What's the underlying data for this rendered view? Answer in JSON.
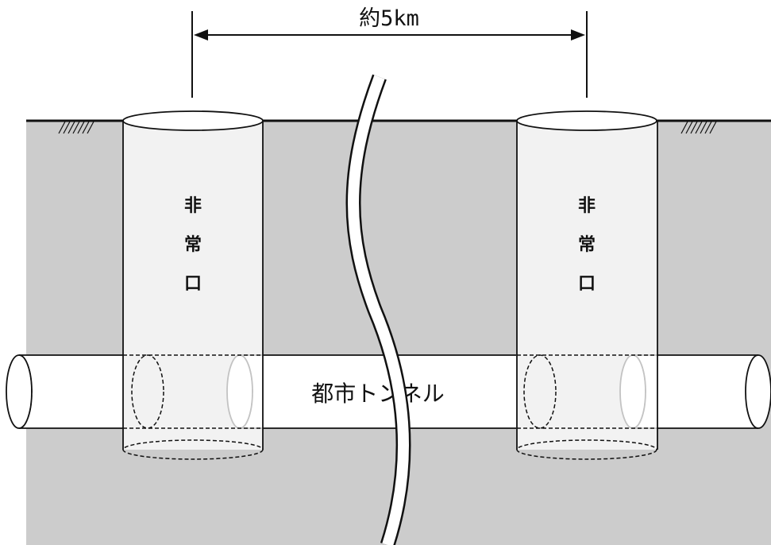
{
  "distance_label": "約5km",
  "shaft_left": {
    "chars": [
      "非",
      "常",
      "口"
    ]
  },
  "shaft_right": {
    "chars": [
      "非",
      "常",
      "口"
    ]
  },
  "tunnel_label": "都市トンネル",
  "colors": {
    "ground": "#cccccc",
    "line": "#111111",
    "paper": "#ffffff"
  }
}
